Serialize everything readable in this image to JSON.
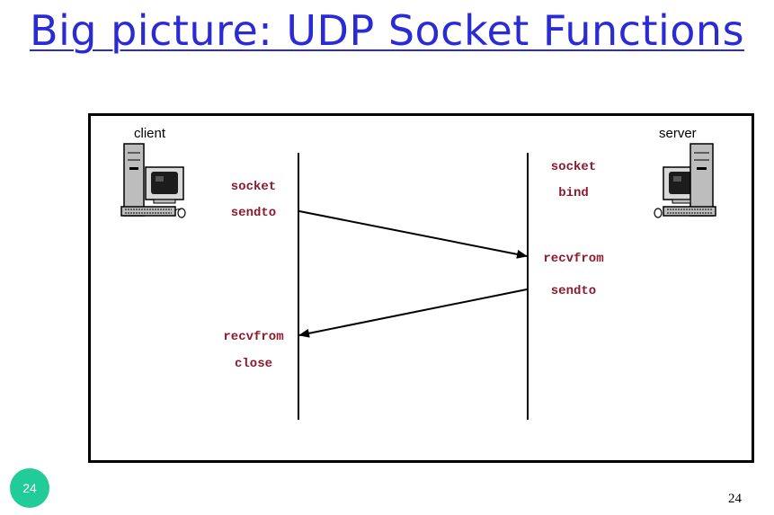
{
  "slide": {
    "title": "Big picture: UDP Socket Functions",
    "page_badge": "24",
    "page_number": "24"
  },
  "diagram": {
    "client": {
      "label": "client",
      "calls": [
        "socket",
        "sendto",
        "recvfrom",
        "close"
      ]
    },
    "server": {
      "label": "server",
      "calls": [
        "socket",
        "bind",
        "recvfrom",
        "sendto"
      ]
    },
    "messages": [
      {
        "from": "client",
        "to": "server",
        "after_call": "sendto",
        "receive_call": "recvfrom"
      },
      {
        "from": "server",
        "to": "client",
        "after_call": "sendto",
        "receive_call": "recvfrom"
      }
    ],
    "icons": [
      "client-computer-icon",
      "server-computer-icon"
    ]
  },
  "colors": {
    "title": "#2b2bd6",
    "call_text": "#8b1a2e",
    "badge": "#22cc99"
  }
}
